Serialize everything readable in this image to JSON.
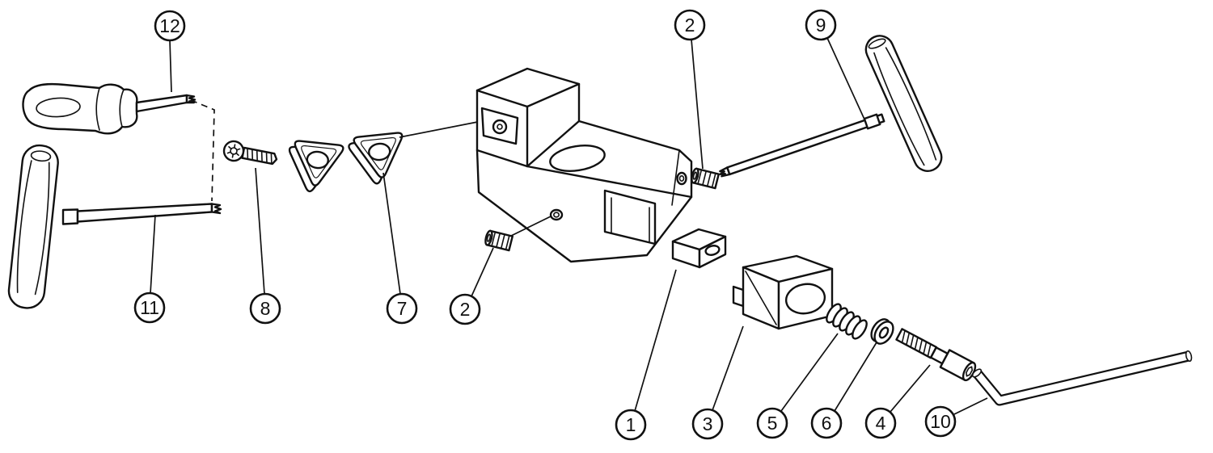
{
  "diagram": {
    "kind": "exploded-parts-diagram",
    "background_color": "#ffffff",
    "line_color": "#111111",
    "balloons": [
      {
        "label": "12",
        "points_to": "torx-screwdriver"
      },
      {
        "label": "2",
        "points_to": "set-screw-right"
      },
      {
        "label": "9",
        "points_to": "t-handle-torx-wrench"
      },
      {
        "label": "11",
        "points_to": "t-handle-screwdriver"
      },
      {
        "label": "8",
        "points_to": "insert-screw"
      },
      {
        "label": "7",
        "points_to": "cutting-insert"
      },
      {
        "label": "2",
        "points_to": "set-screw-front"
      },
      {
        "label": "1",
        "points_to": "shim-block"
      },
      {
        "label": "3",
        "points_to": "wedge-clamp"
      },
      {
        "label": "5",
        "points_to": "spring"
      },
      {
        "label": "6",
        "points_to": "washer"
      },
      {
        "label": "4",
        "points_to": "socket-head-screw"
      },
      {
        "label": "10",
        "points_to": "hex-key"
      }
    ]
  }
}
